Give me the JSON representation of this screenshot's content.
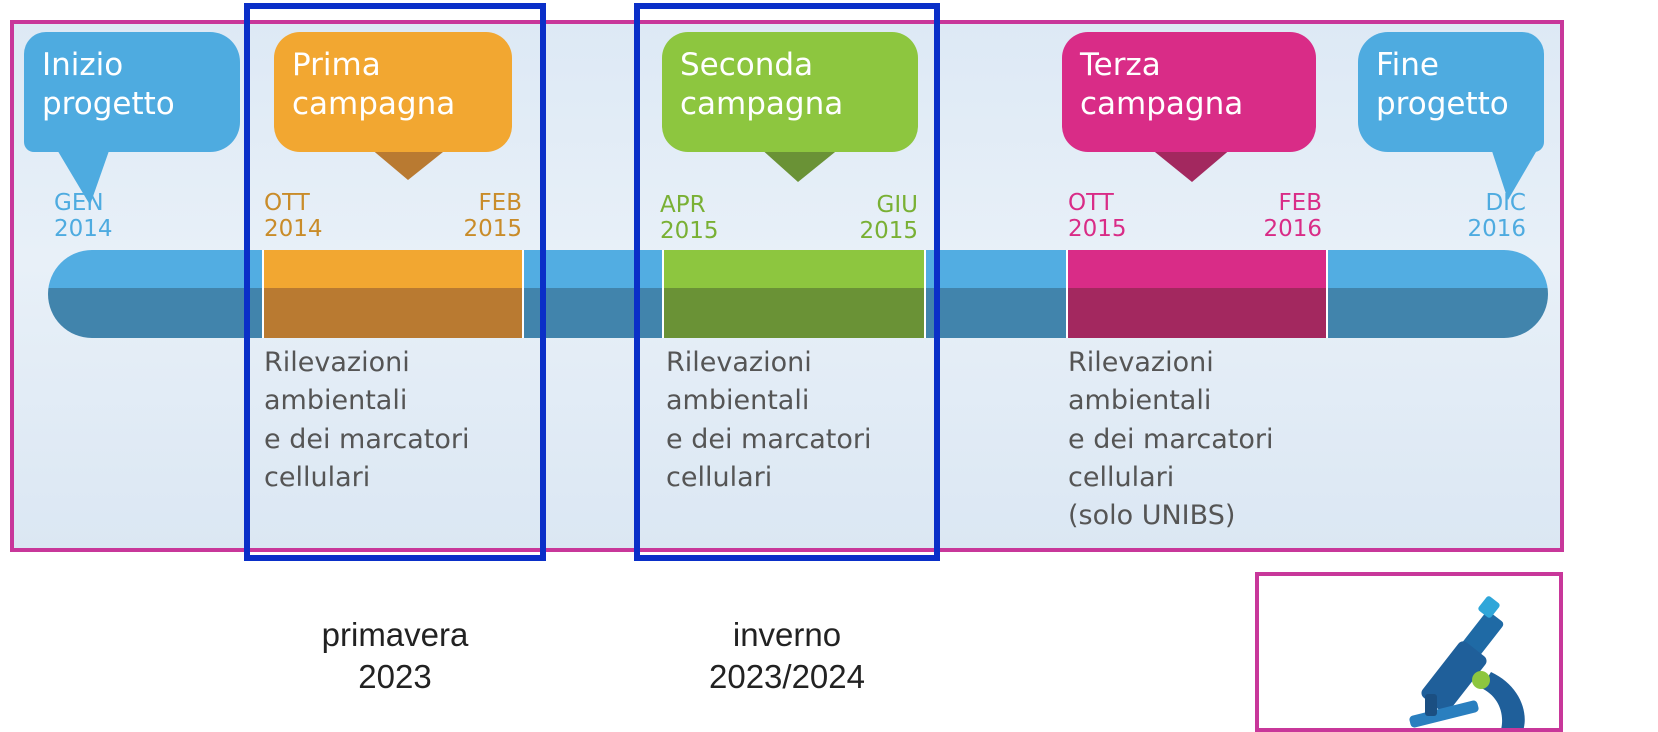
{
  "milestones": [
    {
      "bubble": "Inizio\nprogetto",
      "date": "GEN\n2014",
      "color": "#4eabe0"
    },
    {
      "bubble": "Prima\ncampagna",
      "start": "OTT\n2014",
      "end": "FEB\n2015",
      "color": "#f2a731"
    },
    {
      "bubble": "Seconda\ncampagna",
      "start": "APR\n2015",
      "end": "GIU\n2015",
      "color": "#8dc63f"
    },
    {
      "bubble": "Terza\ncampagna",
      "start": "OTT\n2015",
      "end": "FEB\n2016",
      "color": "#d92c87"
    },
    {
      "bubble": "Fine\nprogetto",
      "date": "DIC\n2016",
      "color": "#4eabe0"
    }
  ],
  "descriptions": [
    "Rilevazioni\nambientali\ne dei marcatori\ncellulari",
    "Rilevazioni\nambientali\ne dei marcatori\ncellulari",
    "Rilevazioni\nambientali\ne dei marcatori\ncellulari\n(solo UNIBS)"
  ],
  "annotations": {
    "first": "primavera\n2023",
    "second": "inverno\n2023/2024"
  },
  "colors": {
    "timeline_blue": "#4eabe0",
    "frame_blue": "#0a2fc8",
    "border_magenta": "#c8379a"
  },
  "logo_icon": "microscope-icon"
}
